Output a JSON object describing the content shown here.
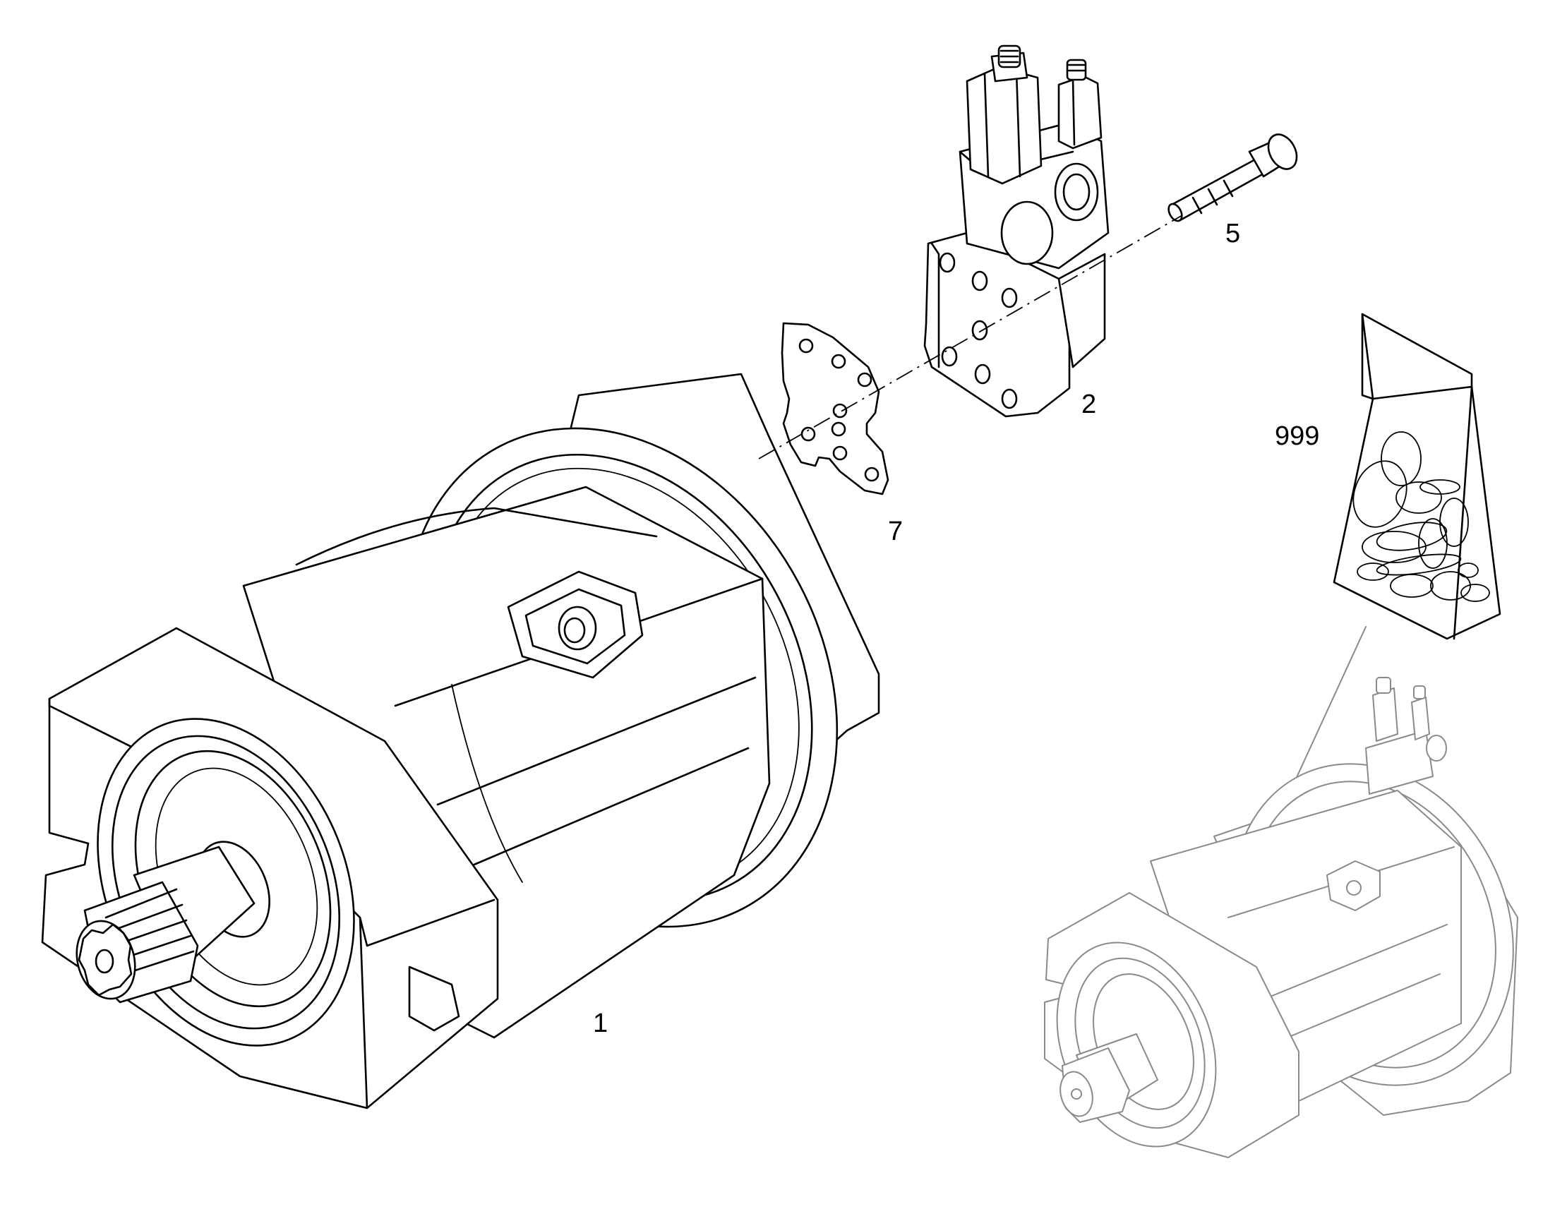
{
  "labels": {
    "part_1": "1",
    "part_2": "2",
    "part_5": "5",
    "part_7": "7",
    "part_999": "999"
  }
}
